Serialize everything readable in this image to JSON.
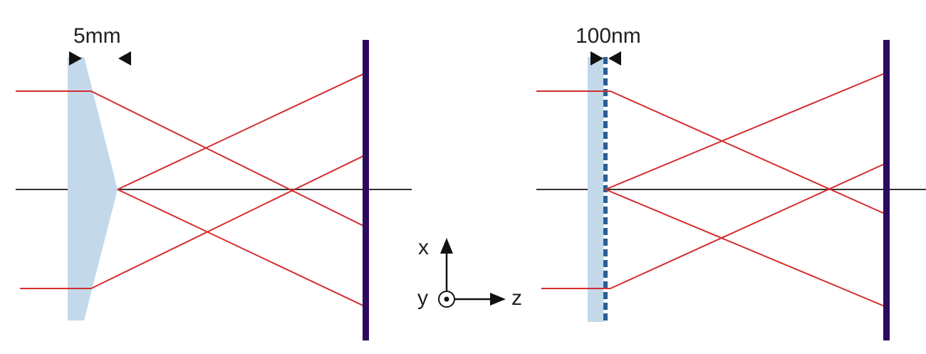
{
  "left_panel": {
    "dimension_label": "5mm"
  },
  "right_panel": {
    "dimension_label": "100nm"
  },
  "axes": {
    "x_label": "x",
    "y_label": "y",
    "z_label": "z"
  },
  "colors": {
    "ray": "#d42d2e",
    "screen": "#2c0a5e",
    "optical_axis": "#333333",
    "element_fill": "#c3d8e9",
    "metasurface_dash": "#2b5f93",
    "annotation": "#111111"
  }
}
